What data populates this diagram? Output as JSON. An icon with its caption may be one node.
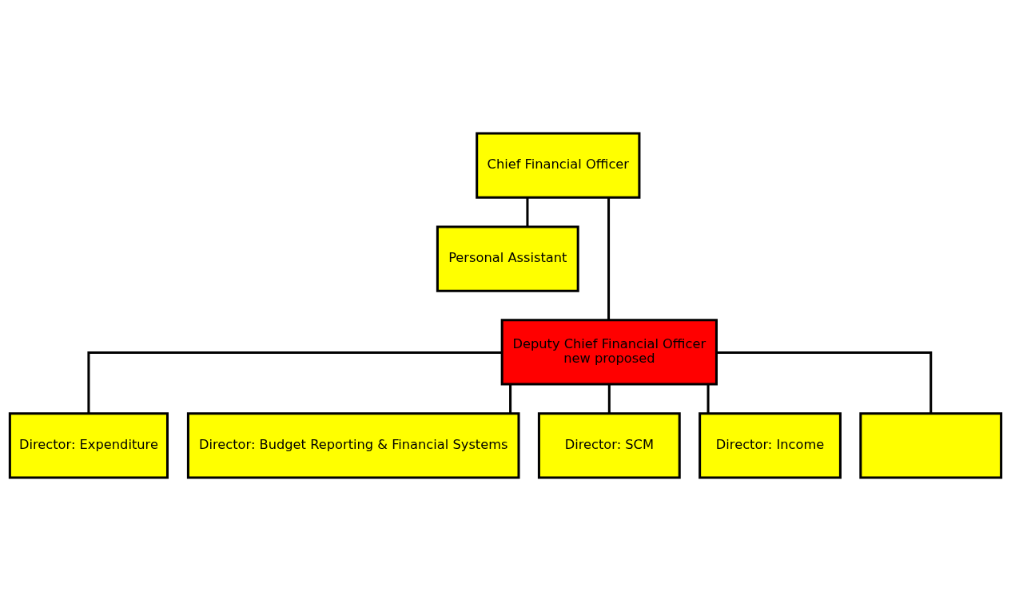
{
  "diagram": {
    "nodes": [
      {
        "text": [
          "Chief Financial Officer"
        ]
      },
      {
        "text": [
          "Personal Assistant"
        ]
      },
      {
        "text": [
          "Deputy Chief Financial Officer",
          "new proposed"
        ]
      },
      {
        "text": [
          "Director: Expenditure"
        ]
      },
      {
        "text": [
          "Director: Budget Reporting & Financial Systems"
        ]
      },
      {
        "text": [
          "Director: SCM"
        ]
      },
      {
        "text": [
          "Director: Income"
        ]
      },
      {
        "text": [],
        "shape": "box"
      }
    ],
    "edges": [
      {
        "from": 0,
        "to": 1,
        "arrow": "none"
      },
      {
        "from": 0,
        "to": 2,
        "arrow": "none"
      },
      {
        "from": 2,
        "to": 3,
        "arrow": "none"
      },
      {
        "from": 2,
        "to": 4,
        "arrow": "none"
      },
      {
        "from": 2,
        "to": 5,
        "arrow": "none"
      },
      {
        "from": 2,
        "to": 6,
        "arrow": "none"
      },
      {
        "from": 2,
        "to": 7,
        "arrow": "none"
      }
    ]
  }
}
